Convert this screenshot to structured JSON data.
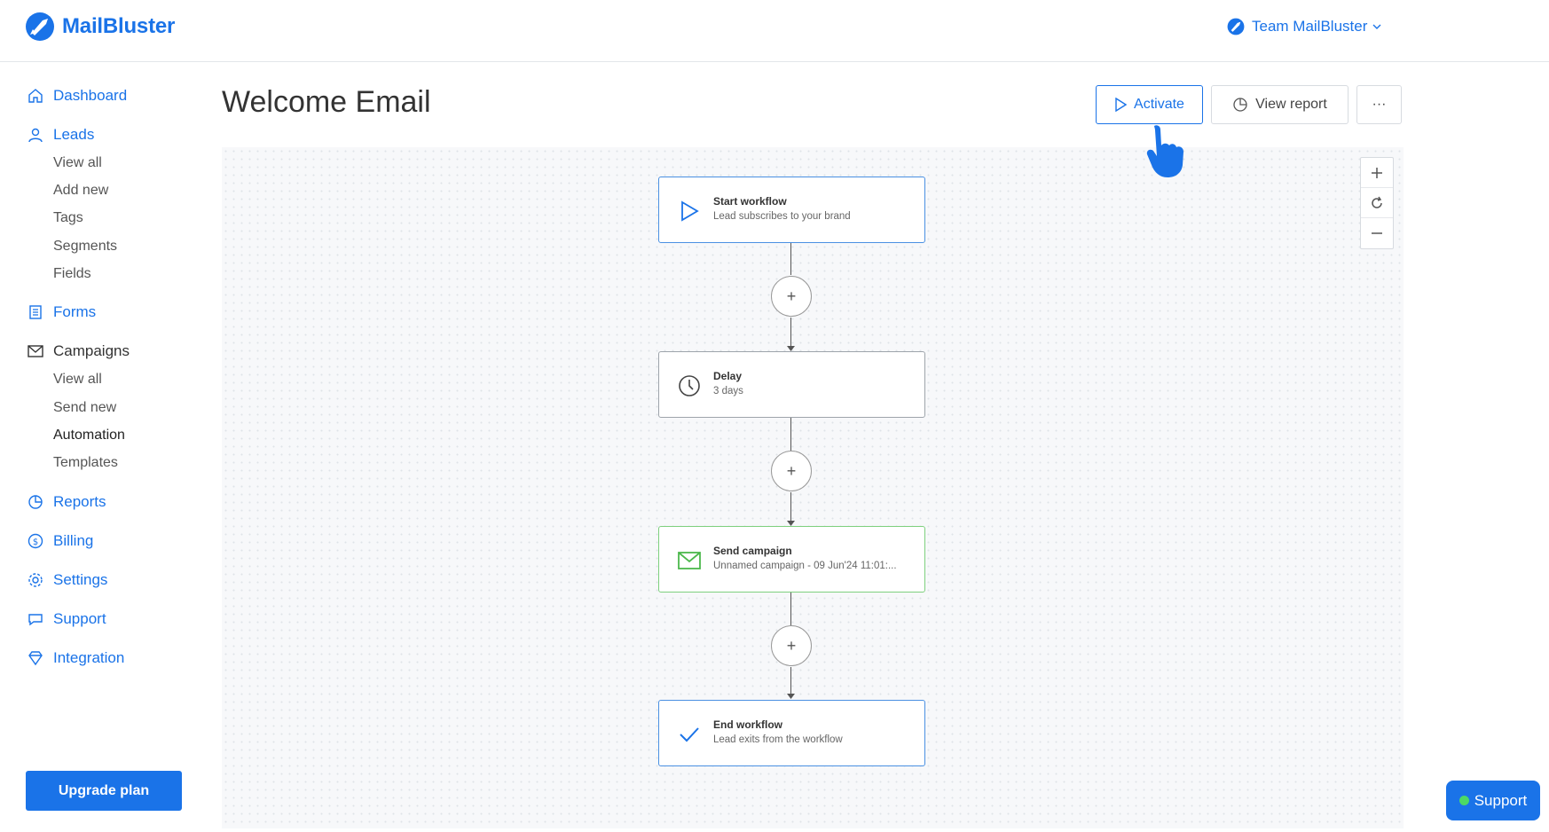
{
  "header": {
    "brand": "MailBluster",
    "team_label": "Team MailBluster"
  },
  "sidebar": {
    "dashboard": "Dashboard",
    "leads": "Leads",
    "leads_sub": [
      "View all",
      "Add new",
      "Tags",
      "Segments",
      "Fields"
    ],
    "forms": "Forms",
    "campaigns": "Campaigns",
    "campaigns_sub": [
      "View all",
      "Send new",
      "Automation",
      "Templates"
    ],
    "reports": "Reports",
    "billing": "Billing",
    "settings": "Settings",
    "support": "Support",
    "integration": "Integration",
    "upgrade": "Upgrade plan"
  },
  "main": {
    "title": "Welcome Email",
    "activate": "Activate",
    "view_report": "View report",
    "more": "···"
  },
  "workflow": {
    "start": {
      "title": "Start workflow",
      "subtitle": "Lead subscribes to your brand"
    },
    "delay": {
      "title": "Delay",
      "subtitle": "3 days"
    },
    "send": {
      "title": "Send campaign",
      "subtitle": "Unnamed campaign - 09 Jun'24 11:01:..."
    },
    "end": {
      "title": "End workflow",
      "subtitle": "Lead exits from the workflow"
    },
    "add": "+"
  },
  "support_widget": {
    "label": "Support"
  },
  "colors": {
    "accent": "#1a73e8",
    "success": "#7ed07e",
    "online": "#4cd964"
  }
}
